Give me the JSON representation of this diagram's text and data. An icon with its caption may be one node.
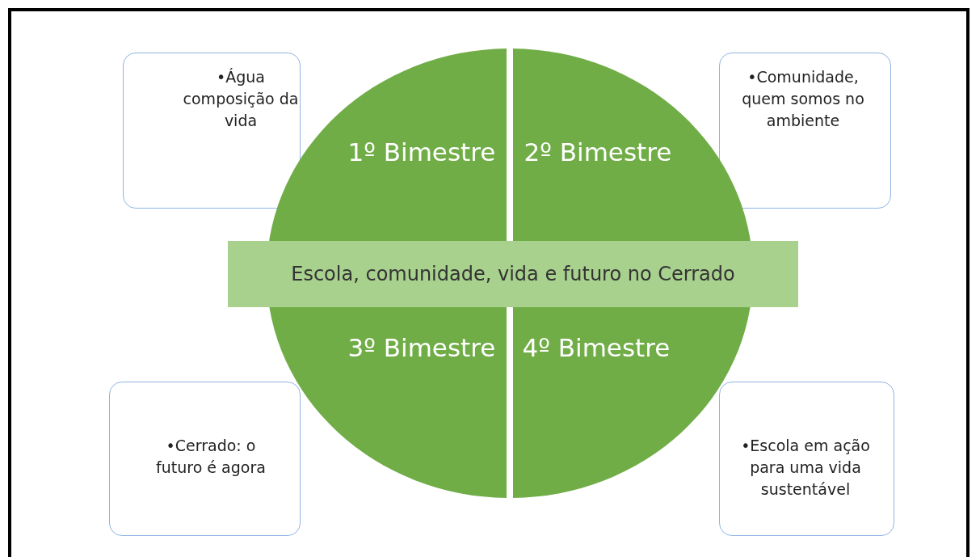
{
  "diagram": {
    "nodes": [
      {
        "text": [
          "•Água composição da vida"
        ]
      },
      {
        "text": [
          "1º Bimestre"
        ]
      },
      {
        "text": [
          "2º Bimestre"
        ]
      },
      {
        "text": [
          "•Comunidade, quem somos no ambiente"
        ]
      },
      {
        "text": [
          "Escola, comunidade, vida e futuro no Cerrado"
        ]
      },
      {
        "text": [
          "•Cerrado: o futuro é agora"
        ]
      },
      {
        "text": [
          "3º Bimestre"
        ]
      },
      {
        "text": [
          "4º Bimestre"
        ]
      },
      {
        "text": [
          "•Escola em ação para uma vida sustentável"
        ]
      }
    ]
  }
}
